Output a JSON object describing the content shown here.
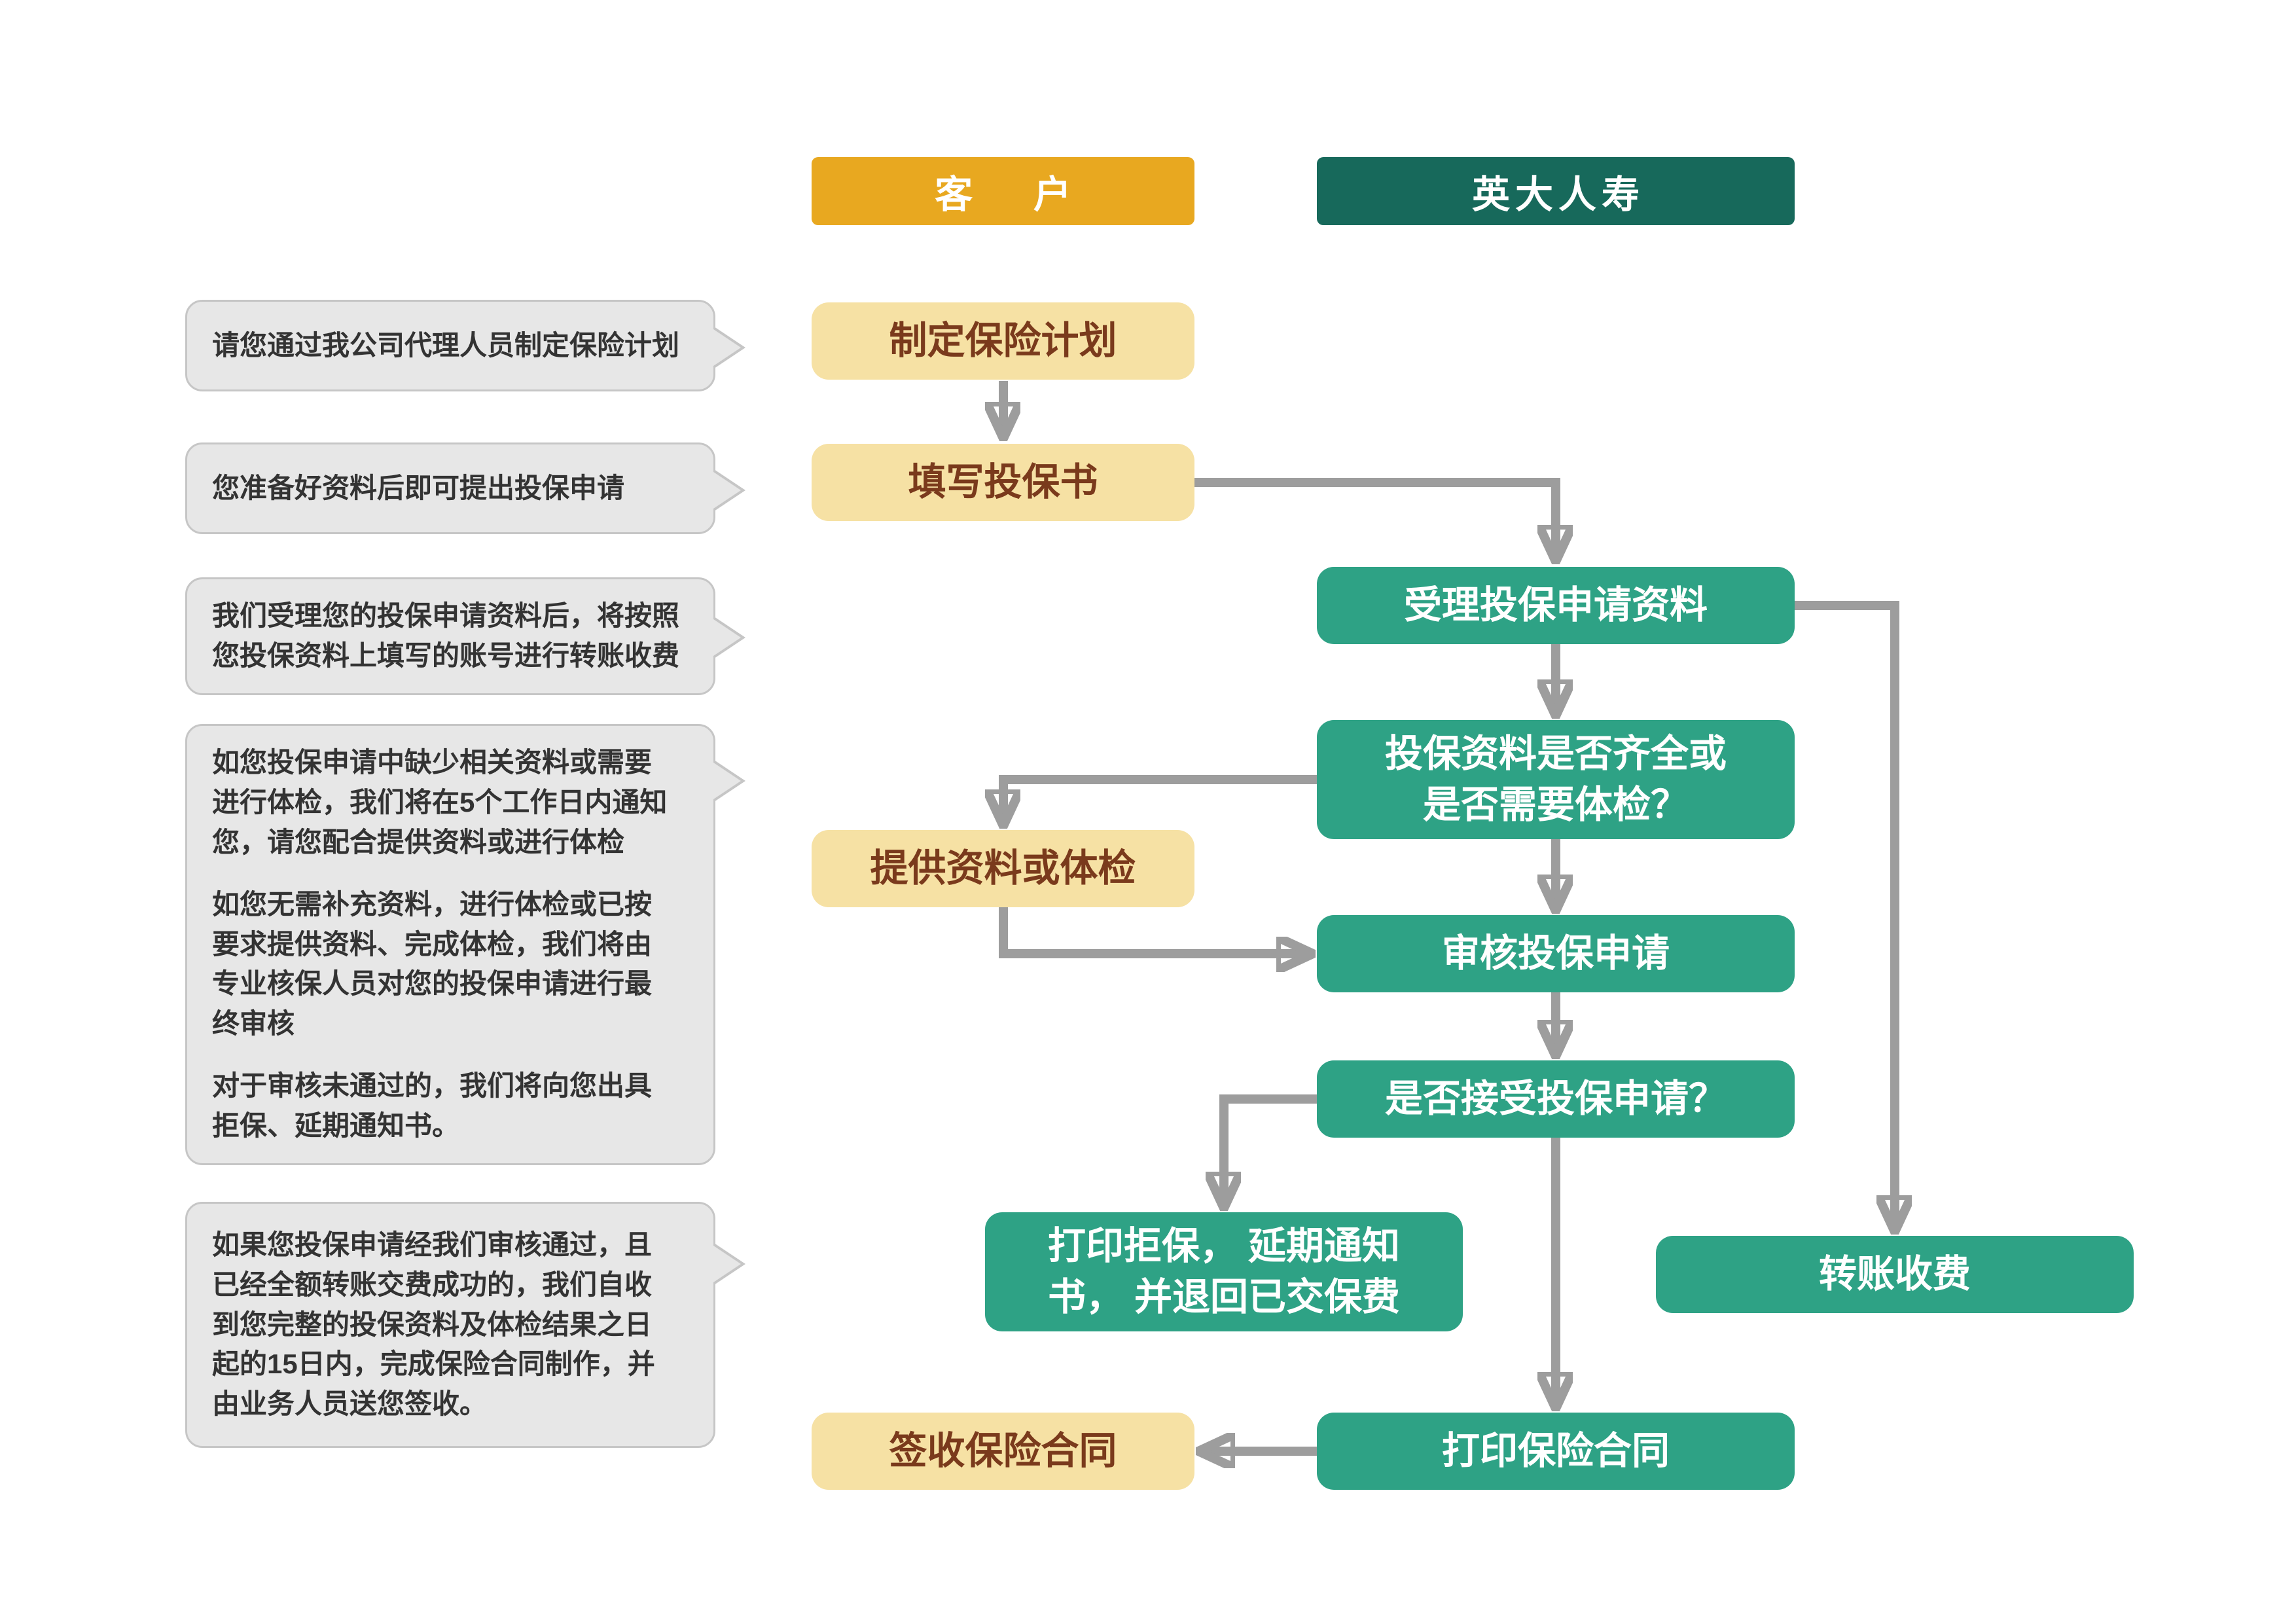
{
  "colors": {
    "gold_header": "#E8A820",
    "dark_teal_header": "#17695B",
    "light_yellow_box": "#F6E1A4",
    "yellow_box_text": "#7A3A1C",
    "teal_box": "#2EA285",
    "arrow_gray": "#9D9D9D",
    "note_bg": "#E7E7E7"
  },
  "headers": {
    "customer": "客　户",
    "company": "英大人寿"
  },
  "customer_steps": {
    "plan": "制定保险计划",
    "form": "填写投保书",
    "provide": "提供资料或体检",
    "sign": "签收保险合同"
  },
  "company_steps": {
    "accept": "受理投保申请资料",
    "check": "投保资料是否齐全或\n是否需要体检？",
    "review": "审核投保申请",
    "decision": "是否接受投保申请？",
    "reject": "打印拒保， 延期通知\n书， 并退回已交保费",
    "transfer": "转账收费",
    "print": "打印保险合同"
  },
  "notes": {
    "note1": "请您通过我公司代理人员制定保险计划",
    "note2": "您准备好资料后即可提出投保申请",
    "note3": "我们受理您的投保申请资料后，将按照\n您投保资料上填写的账号进行转账收费",
    "note4_p1": "如您投保申请中缺少相关资料或需要\n进行体检，我们将在5个工作日内通知\n您，请您配合提供资料或进行体检",
    "note4_p2": "如您无需补充资料，进行体检或已按\n要求提供资料、完成体检，我们将由\n专业核保人员对您的投保申请进行最\n终审核",
    "note4_p3": "对于审核未通过的，我们将向您出具\n拒保、延期通知书。",
    "note5": "如果您投保申请经我们审核通过，且\n已经全额转账交费成功的，我们自收\n到您完整的投保资料及体检结果之日\n起的15日内，完成保险合同制作，并\n由业务人员送您签收。"
  }
}
